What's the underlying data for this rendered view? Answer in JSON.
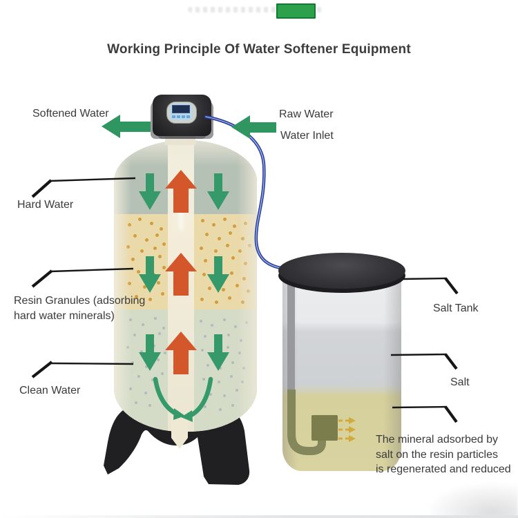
{
  "title": "Working Principle Of Water Softener Equipment",
  "annotations": {
    "softened_water": "Softened Water",
    "raw_water": "Raw Water",
    "water_inlet": "Water Inlet",
    "hard_water": "Hard Water",
    "resin_granules": {
      "line1": "Resin Granules (adsorbing",
      "line2": "hard water minerals)"
    },
    "clean_water": "Clean Water",
    "salt_tank": "Salt Tank",
    "salt": "Salt",
    "regeneration_note": {
      "line1": "The mineral adsorbed by",
      "line2": "salt on the resin particles",
      "line3": "is regenerated and reduced"
    }
  },
  "colors": {
    "flow_arrow_green": "#35996a",
    "flow_arrow_orange": "#d4572b",
    "label_text": "#3a3a3a",
    "hard_water_layer": "#b6c1b5",
    "resin_layer": "#ead9a9",
    "clean_water_layer": "#d4dcc8",
    "salt_layer": "#d8d2a0",
    "brine_tube_blue": "#2c3d9b",
    "badge_green": "#2da04c"
  }
}
